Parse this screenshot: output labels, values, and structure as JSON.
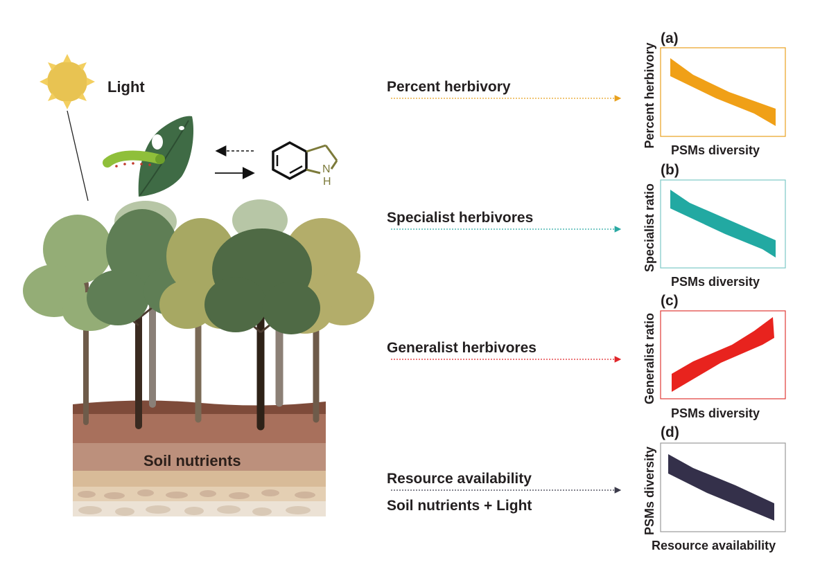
{
  "labels": {
    "light": "Light",
    "soil_nutrients": "Soil nutrients",
    "compound_nh": "N",
    "compound_h": "H"
  },
  "rows": [
    {
      "label": "Percent herbivory",
      "color": "#e8a11e"
    },
    {
      "label": "Specialist herbivores",
      "color": "#2aa9a3"
    },
    {
      "label": "Generalist herbivores",
      "color": "#e0262a"
    },
    {
      "label": "Resource availability",
      "sublabel": "Soil nutrients + Light",
      "color": "#3b3a4a"
    }
  ],
  "panels": [
    {
      "letter": "(a)",
      "ylabel": "Percent herbivory",
      "xlabel": "PSMs diversity",
      "color": "#f0a017",
      "border": "#e8a11e",
      "trend": "decreasing"
    },
    {
      "letter": "(b)",
      "ylabel": "Specialist ratio",
      "xlabel": "PSMs diversity",
      "color": "#22a9a2",
      "border": "#7cc9c6",
      "trend": "decreasing"
    },
    {
      "letter": "(c)",
      "ylabel": "Generalist ratio",
      "xlabel": "PSMs diversity",
      "color": "#e8231e",
      "border": "#e03a36",
      "trend": "increasing"
    },
    {
      "letter": "(d)",
      "ylabel": "PSMs diversity",
      "xlabel": "Resource availability",
      "color": "#34304a",
      "border": "#9a9a9a",
      "trend": "decreasing"
    }
  ]
}
